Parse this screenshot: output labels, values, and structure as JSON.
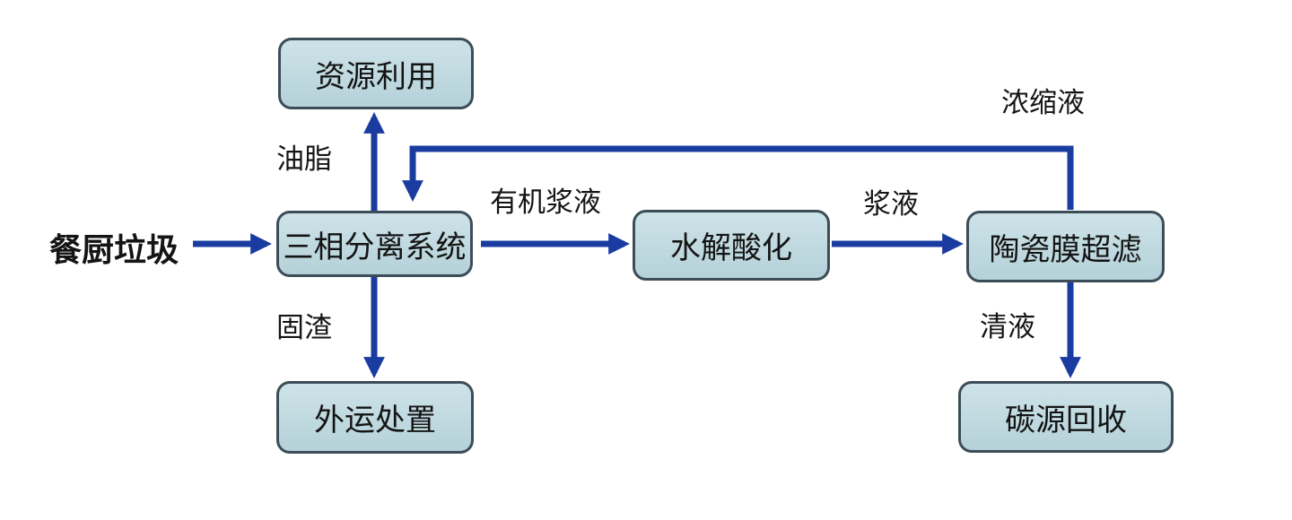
{
  "diagram": {
    "source_label": "餐厨垃圾",
    "nodes": [
      {
        "id": "resource-use",
        "label": "资源利用"
      },
      {
        "id": "three-phase-separation-system",
        "label": "三相分离系统"
      },
      {
        "id": "hydrolysis-acidification",
        "label": "水解酸化"
      },
      {
        "id": "ceramic-membrane-ultrafiltration",
        "label": "陶瓷膜超滤"
      },
      {
        "id": "outbound-disposal",
        "label": "外运处置"
      },
      {
        "id": "carbon-source-recovery",
        "label": "碳源回收"
      }
    ],
    "edges": [
      {
        "from": "餐厨垃圾",
        "to": "三相分离系统",
        "label": ""
      },
      {
        "from": "三相分离系统",
        "to": "资源利用",
        "label": "油脂"
      },
      {
        "from": "三相分离系统",
        "to": "水解酸化",
        "label": "有机浆液"
      },
      {
        "from": "水解酸化",
        "to": "陶瓷膜超滤",
        "label": "浆液"
      },
      {
        "from": "陶瓷膜超滤",
        "to": "三相分离系统",
        "label": "浓缩液"
      },
      {
        "from": "三相分离系统",
        "to": "外运处置",
        "label": "固渣"
      },
      {
        "from": "陶瓷膜超滤",
        "to": "碳源回收",
        "label": "清液"
      }
    ],
    "colors": {
      "background": "#ffffff",
      "node_fill_top": "#cde3e8",
      "node_fill_bottom": "#b5d1d9",
      "node_border": "#3d4d57",
      "arrow": "#1a3ca0",
      "text": "#141414"
    }
  }
}
